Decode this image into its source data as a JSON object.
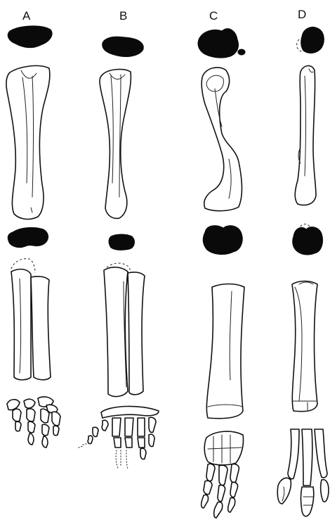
{
  "figure": {
    "columns": [
      {
        "id": "a",
        "label": "A"
      },
      {
        "id": "b",
        "label": "B"
      },
      {
        "id": "c",
        "label": "C"
      },
      {
        "id": "d",
        "label": "D"
      }
    ]
  },
  "colors": {
    "ink": "#111111",
    "background": "#ffffff",
    "section_fill": "#0a0a0a"
  }
}
